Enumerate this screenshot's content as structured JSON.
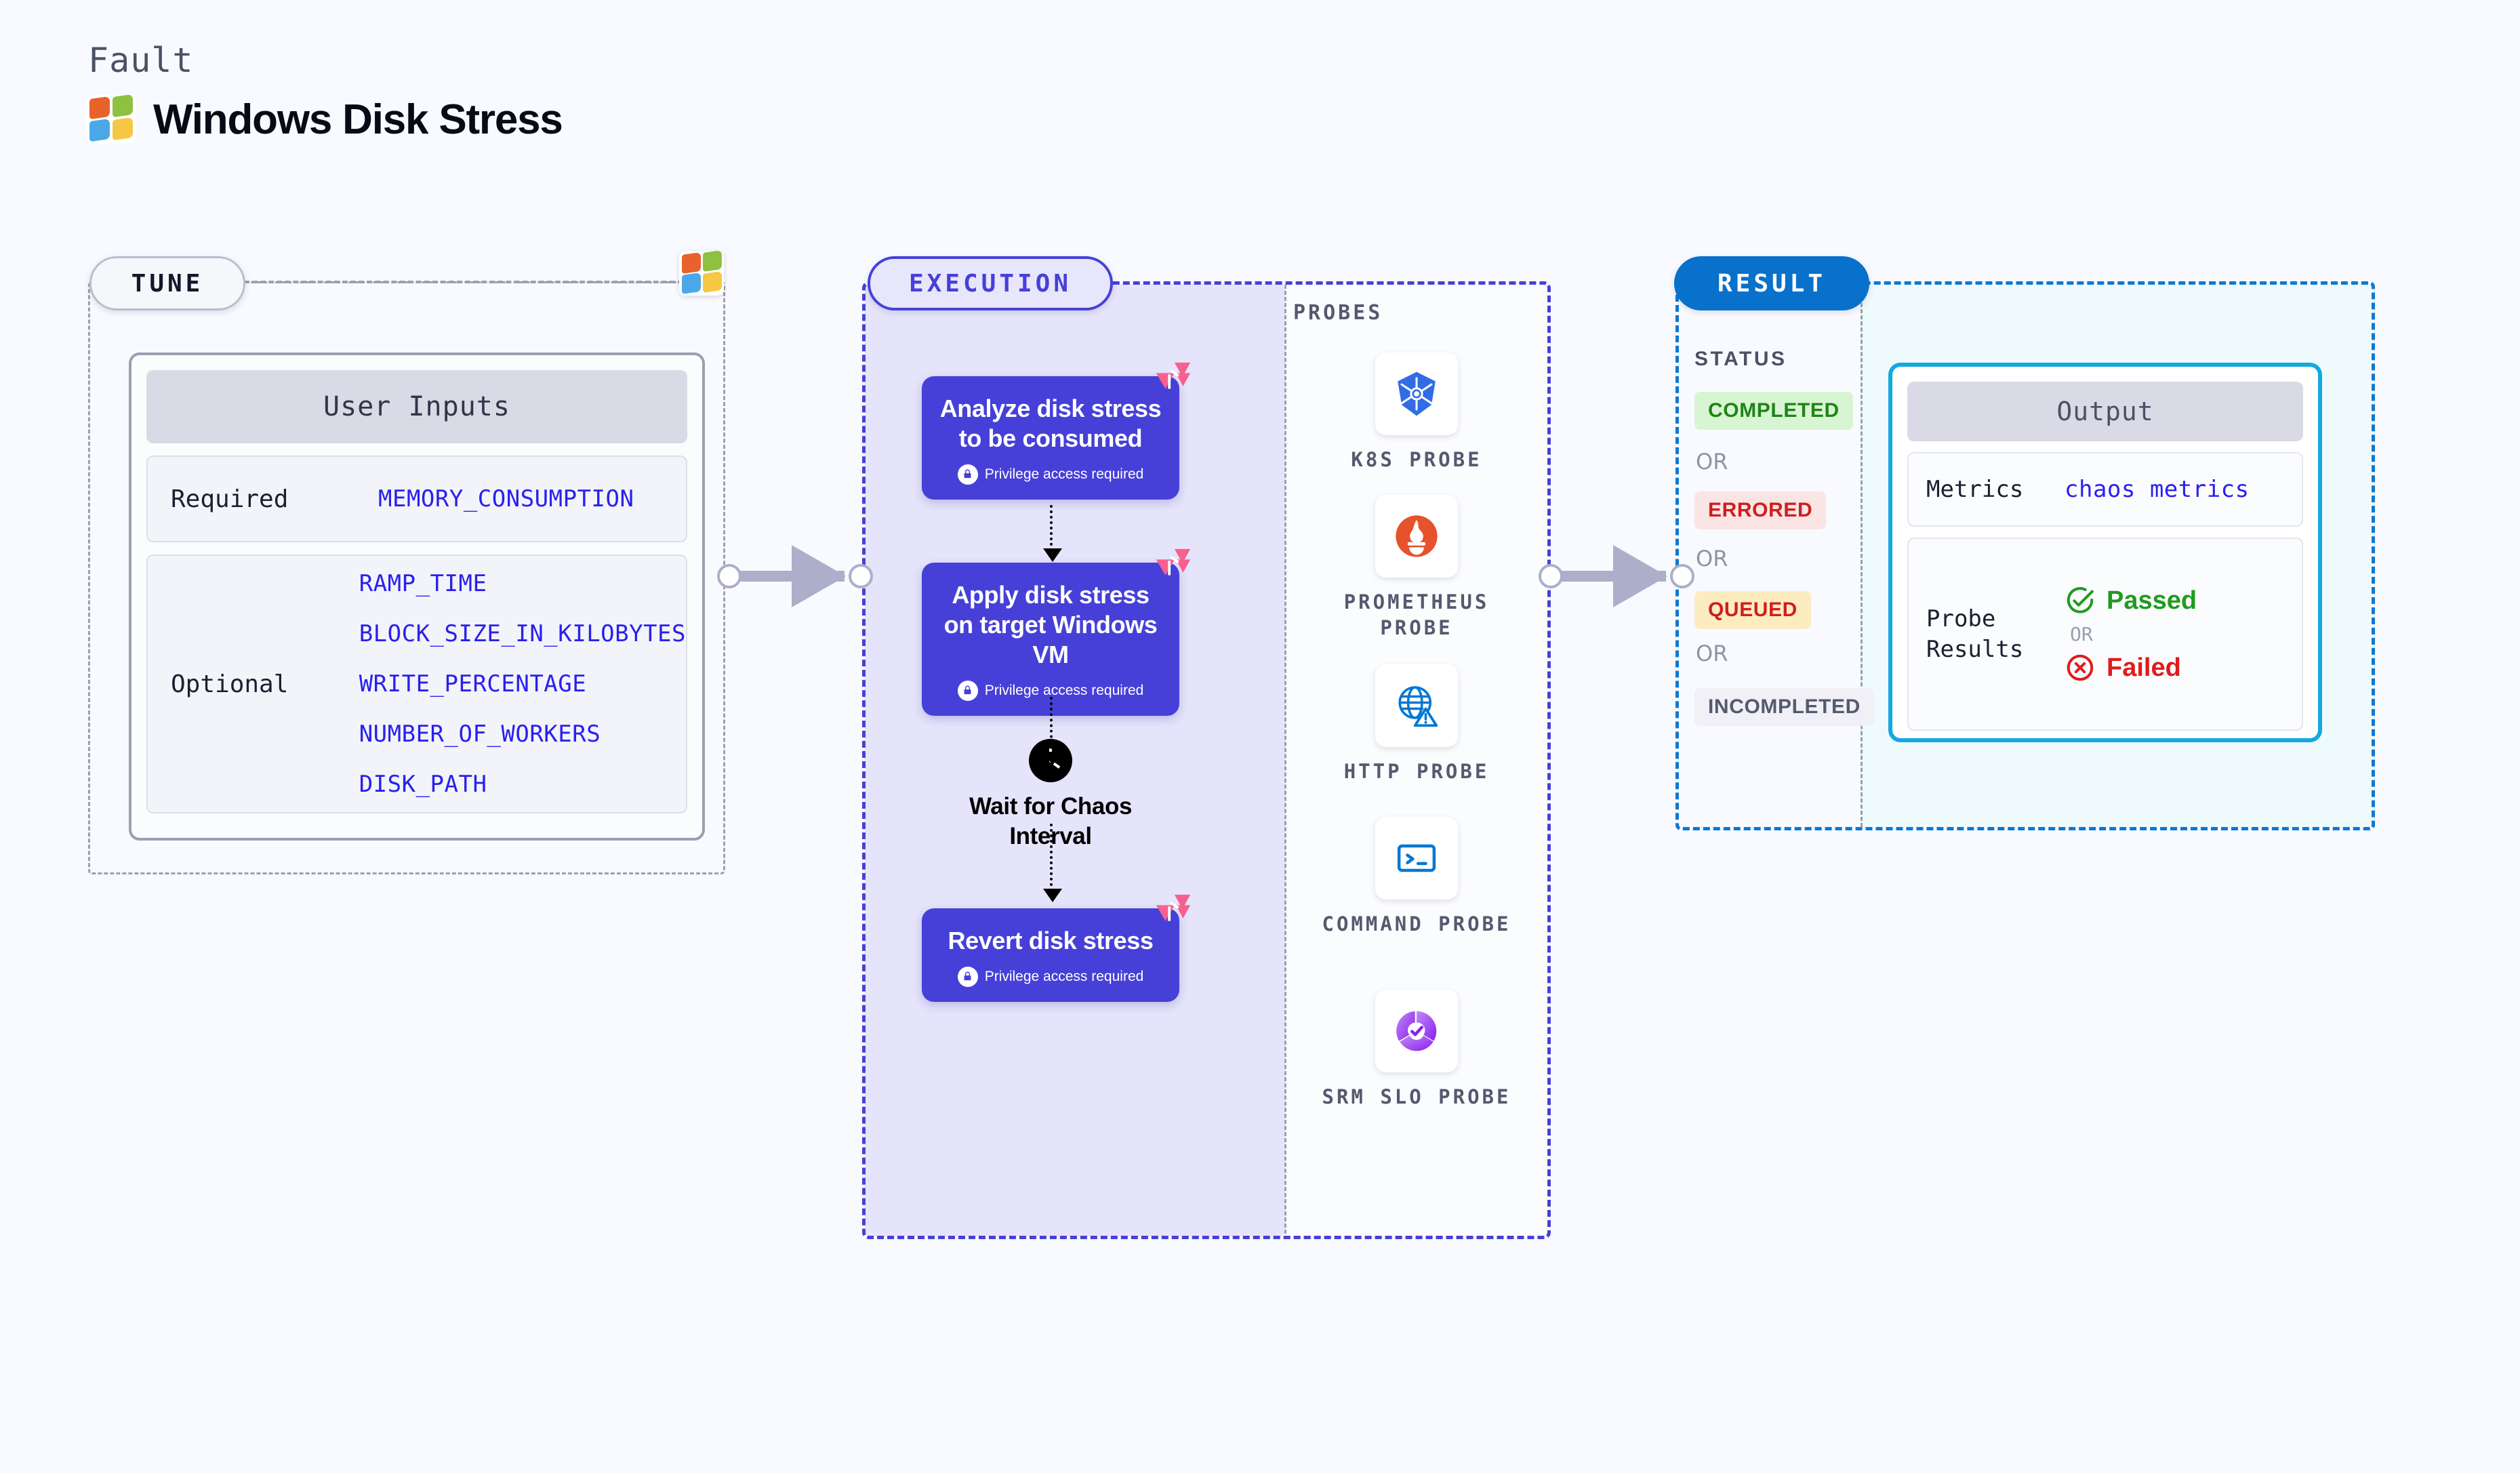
{
  "header": {
    "kicker": "Fault",
    "title": "Windows Disk Stress",
    "logo_icon": "windows-logo-icon"
  },
  "tune": {
    "pill_label": "TUNE",
    "badge_icon": "windows-logo-icon",
    "user_inputs": {
      "card_title": "User Inputs",
      "required_label": "Required",
      "required_params": [
        "MEMORY_CONSUMPTION"
      ],
      "optional_label": "Optional",
      "optional_params": [
        "RAMP_TIME",
        "BLOCK_SIZE_IN_KILOBYTES",
        "WRITE_PERCENTAGE",
        "NUMBER_OF_WORKERS",
        "DISK_PATH"
      ]
    }
  },
  "execution": {
    "pill_label": "EXECUTION",
    "steps": [
      {
        "title": "Analyze disk stress to be consumed",
        "note": "Privilege access required",
        "note_icon": "lock-icon",
        "badge_icon": "litmus-logo-icon"
      },
      {
        "title": "Apply disk stress on target Windows VM",
        "note": "Privilege access required",
        "note_icon": "lock-icon",
        "badge_icon": "litmus-logo-icon"
      },
      {
        "title": "Revert disk stress",
        "note": "Privilege access required",
        "note_icon": "lock-icon",
        "badge_icon": "litmus-logo-icon"
      }
    ],
    "wait_node": {
      "label": "Wait for Chaos Interval",
      "icon": "clock-icon"
    }
  },
  "probes": {
    "title": "PROBES",
    "items": [
      {
        "label": "K8S PROBE",
        "icon": "kubernetes-icon"
      },
      {
        "label": "PROMETHEUS PROBE",
        "icon": "prometheus-icon"
      },
      {
        "label": "HTTP PROBE",
        "icon": "globe-warning-icon"
      },
      {
        "label": "COMMAND PROBE",
        "icon": "terminal-icon"
      },
      {
        "label": "SRM SLO PROBE",
        "icon": "srm-slo-icon"
      }
    ]
  },
  "result": {
    "pill_label": "RESULT",
    "status_label": "STATUS",
    "or_label": "OR",
    "statuses": [
      {
        "label": "COMPLETED",
        "bg": "#d8f5d3",
        "fg": "#1f8516"
      },
      {
        "label": "ERRORED",
        "bg": "#fbe4e4",
        "fg": "#cd1f1f"
      },
      {
        "label": "QUEUED",
        "bg": "#fcecc0",
        "fg": "#cd1f1f"
      },
      {
        "label": "INCOMPLETED",
        "bg": "#f0f0f6",
        "fg": "#545a6e"
      }
    ],
    "output": {
      "card_title": "Output",
      "metrics_label": "Metrics",
      "metrics_value": "chaos metrics",
      "probe_results_label": "Probe Results",
      "passed_label": "Passed",
      "failed_label": "Failed",
      "or_label": "OR",
      "passed_icon": "check-circle-icon",
      "failed_icon": "x-circle-icon"
    }
  },
  "colors": {
    "page_bg": "#f9faff",
    "tune_border": "#9aa0b0",
    "execution_accent": "#4640d8",
    "result_accent": "#0871cb",
    "output_border": "#13a8e0",
    "param_text": "#2a20ee"
  }
}
